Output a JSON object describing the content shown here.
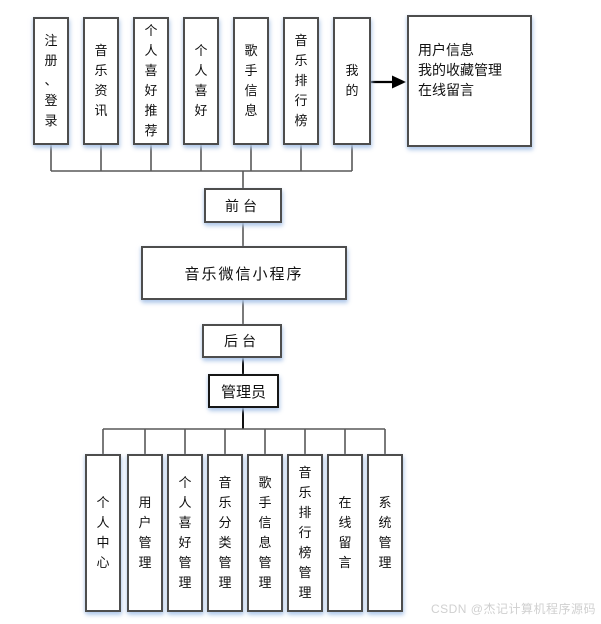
{
  "diagram": {
    "front_features": [
      "注册、登录",
      "音乐资讯",
      "个人喜好推荐",
      "个人喜好",
      "歌手信息",
      "音乐排行榜",
      "我的"
    ],
    "my_panel_lines": [
      "用户信息",
      "我的收藏管理",
      "在线留言"
    ],
    "front_stage": "前台",
    "system_title": "音乐微信小程序",
    "back_stage": "后台",
    "admin_role": "管理员",
    "admin_features": [
      "个人中心",
      "用户管理",
      "个人喜好管理",
      "音乐分类管理",
      "歌手信息管理",
      "音乐排行榜管理",
      "在线留言",
      "系统管理"
    ],
    "watermark": "CSDN @杰记计算机程序源码",
    "colors": {
      "box_border": "#4d4d4d",
      "admin_border": "#161616",
      "line": "#595959",
      "arrow": "#000000",
      "shadow": "#aac4e8",
      "watermark": "#d0d0d0"
    }
  }
}
